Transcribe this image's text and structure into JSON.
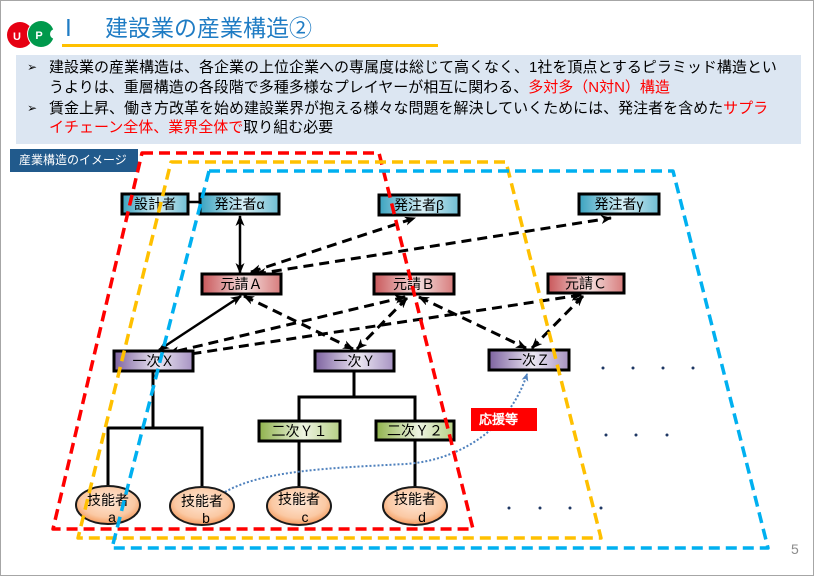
{
  "header": {
    "logo_letters": [
      "U",
      "P"
    ],
    "title_numeral": "Ⅰ",
    "title": "建設業の産業構造②"
  },
  "summary": {
    "bullet_glyph": "➢",
    "bullets": [
      {
        "segments": [
          {
            "text": "建設業の産業構造は、各企業の上位企業への専属度は総じて高くなく、1社を頂点とするピラミッド構造というよりは、重層構造の各段階で多種多様なプレイヤーが相互に関わる、",
            "highlight": false
          },
          {
            "text": "多対多（N対N）構造",
            "highlight": true
          }
        ]
      },
      {
        "segments": [
          {
            "text": "賃金上昇、働き方改革を始め建設業界が抱える様々な問題を解決していくためには、発注者を含めた",
            "highlight": false
          },
          {
            "text": "サプライチェーン全体、業界全体で",
            "highlight": true
          },
          {
            "text": "取り組む必要",
            "highlight": false
          }
        ]
      }
    ]
  },
  "diagram": {
    "label": "産業構造のイメージ",
    "nodes": {
      "designer": "設計者",
      "client_alpha": "発注者α",
      "client_beta": "発注者β",
      "client_gamma": "発注者γ",
      "prime_a": "元請Ａ",
      "prime_b": "元請Ｂ",
      "prime_c": "元請Ｃ",
      "primary_x": "一次Ｘ",
      "primary_y": "一次Ｙ",
      "primary_z": "一次Ｚ",
      "secondary_y1": "二次Ｙ１",
      "secondary_y2": "二次Ｙ２"
    },
    "workers": {
      "worker_a": {
        "title": "技能者",
        "id": "a"
      },
      "worker_b": {
        "title": "技能者",
        "id": "b"
      },
      "worker_c": {
        "title": "技能者",
        "id": "c"
      },
      "worker_d": {
        "title": "技能者",
        "id": "d"
      }
    },
    "relations": [
      {
        "from": "designer",
        "to": "client_alpha",
        "style": "line"
      },
      {
        "from": "client_alpha",
        "to": "prime_a",
        "style": "solid"
      },
      {
        "from": "prime_a",
        "to": "primary_x",
        "style": "solid"
      },
      {
        "from": "prime_a",
        "to": "client_beta",
        "style": "dashed"
      },
      {
        "from": "prime_a",
        "to": "client_gamma",
        "style": "dashed"
      },
      {
        "from": "prime_a",
        "to": "primary_y",
        "style": "dashed"
      },
      {
        "from": "prime_b",
        "to": "primary_x",
        "style": "dashed"
      },
      {
        "from": "prime_b",
        "to": "primary_y",
        "style": "dashed"
      },
      {
        "from": "prime_b",
        "to": "primary_z",
        "style": "dashed"
      },
      {
        "from": "prime_c",
        "to": "primary_x",
        "style": "dashed"
      },
      {
        "from": "prime_c",
        "to": "primary_z",
        "style": "dashed"
      },
      {
        "from": "worker_b",
        "to": "primary_z",
        "style": "dotted"
      }
    ],
    "hierarchy": [
      {
        "parent": "primary_x",
        "children": [
          "worker_a",
          "worker_b"
        ]
      },
      {
        "parent": "primary_y",
        "children": [
          "secondary_y1",
          "secondary_y2"
        ]
      },
      {
        "parent": "secondary_y1",
        "children": [
          "worker_c"
        ]
      },
      {
        "parent": "secondary_y2",
        "children": [
          "worker_d"
        ]
      }
    ],
    "support_label": "応援等",
    "scopes": [
      {
        "id": "red",
        "color": "#ff0000"
      },
      {
        "id": "orange",
        "color": "#ffc000"
      },
      {
        "id": "blue",
        "color": "#00b0f0"
      }
    ]
  },
  "colors": {
    "title": "#1f7cc4",
    "underline": "#ffc000",
    "summary_bg": "#dce6f2",
    "highlight": "#ff0000",
    "label_bg": "#215a8c",
    "support_bg": "#ff0000",
    "logo_red": "#e60012",
    "logo_green": "#00994c"
  },
  "page_number": "5"
}
